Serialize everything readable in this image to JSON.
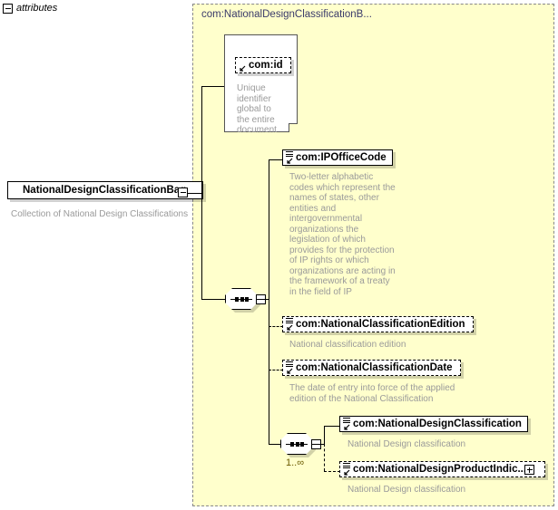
{
  "diagram": {
    "type": "xsd-schema-tree",
    "root": {
      "name": "NationalDesignClassificationBag",
      "description": "Collection of National Design Classifications",
      "expander": "minus"
    },
    "type_panel": {
      "title": "com:NationalDesignClassificationB..."
    },
    "attributes_group": {
      "label": "attributes",
      "expander": "minus",
      "items": [
        {
          "name": "com:id",
          "description": "Unique identifier global to the entire document",
          "optional": true
        }
      ]
    },
    "sequence_main": {
      "compositor": "sequence",
      "cardinality": "",
      "expander": "minus"
    },
    "elements": [
      {
        "name": "com:IPOfficeCode",
        "description": "Two-letter alphabetic codes which represent the names of states, other entities and intergovernmental organizations the legislation of which provides for the protection of IP rights or which organizations are acting in the framework of a treaty in the field of IP",
        "optional": false
      },
      {
        "name": "com:NationalClassificationEdition",
        "description": "National classification edition",
        "optional": true
      },
      {
        "name": "com:NationalClassificationDate",
        "description": "The date of entry into force of the applied edition of the National Classification",
        "optional": true
      }
    ],
    "sequence_nested": {
      "compositor": "sequence",
      "cardinality": "1..∞",
      "expander": "minus"
    },
    "nested_elements": [
      {
        "name": "com:NationalDesignClassification",
        "description": "National Design classification",
        "optional": false,
        "expander": ""
      },
      {
        "name": "com:NationalDesignProductIndic...",
        "description": "National Design classification",
        "optional": true,
        "expander": "plus"
      }
    ],
    "colors": {
      "panel_background": "#ffffcc",
      "panel_border": "#888888",
      "node_border": "#000000",
      "description_text": "#9a9a9a",
      "title_text": "#3a3a6a",
      "cardinality_text": "#6b5a00"
    }
  }
}
